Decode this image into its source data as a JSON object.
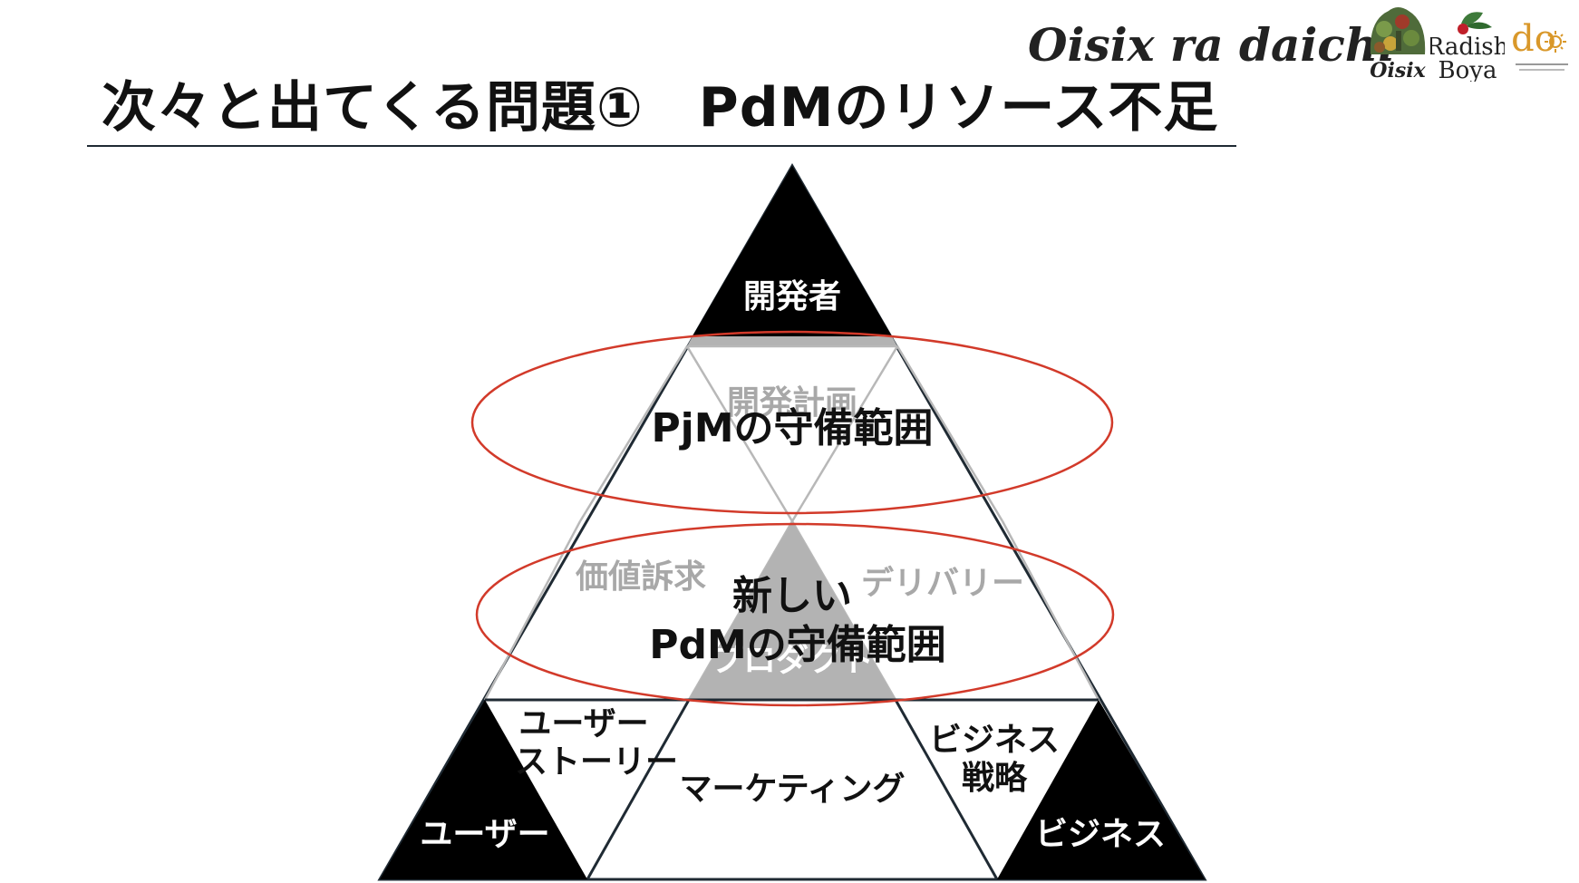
{
  "slide": {
    "title": "次々と出てくる問題①　PdMのリソース不足"
  },
  "brand": {
    "wordmark": "Oisix ra daichi",
    "logos": {
      "oisix": "Oisix",
      "radish_boya_top": "Radish",
      "radish_boya_bottom": "Boya",
      "daichi": "do"
    }
  },
  "diagram": {
    "corners": {
      "top": "開発者",
      "bottom_left": "ユーザー",
      "bottom_right": "ビジネス"
    },
    "center": "プロダクト",
    "inner": {
      "top": "開発計画",
      "left": "価値訴求",
      "right": "デリバリー",
      "bottom_left_line1": "ユーザー",
      "bottom_left_line2": "ストーリー",
      "bottom_center": "マーケティング",
      "bottom_right_line1": "ビジネス",
      "bottom_right_line2": "戦略"
    },
    "ellipses": {
      "upper": "PjMの守備範囲",
      "lower_line1": "新しい",
      "lower_line2": "PdMの守備範囲"
    }
  },
  "colors": {
    "ellipse_stroke": "#d23a2a",
    "dark_fill": "#000000",
    "grey_fill": "#b3b3b3",
    "grey_line": "#b8b8b8"
  }
}
